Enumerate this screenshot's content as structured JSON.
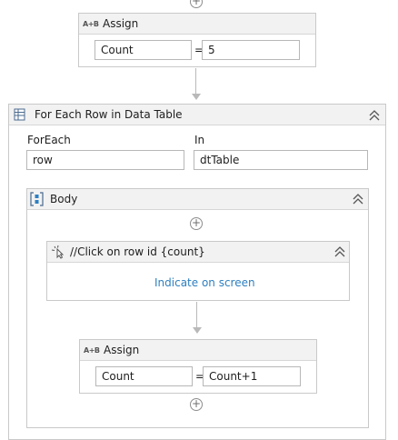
{
  "assign_top": {
    "title": "Assign",
    "icon": "A+B",
    "left_value": "Count",
    "operator": "=",
    "right_value": "5"
  },
  "for_each": {
    "title": "For Each Row in Data Table",
    "foreach_label": "ForEach",
    "foreach_value": "row",
    "in_label": "In",
    "in_value": "dtTable"
  },
  "body": {
    "title": "Body"
  },
  "click_activity": {
    "title": "//Click on row id {count}",
    "action_link": "Indicate on screen"
  },
  "assign_inner": {
    "title": "Assign",
    "icon": "A+B",
    "left_value": "Count",
    "operator": "=",
    "right_value": "Count+1"
  },
  "icons": {
    "add": "plus-circle-icon",
    "collapse": "double-chevron-up-icon",
    "datatable": "datatable-icon",
    "body": "body-sequence-icon",
    "click": "click-icon",
    "assign": "assign-icon"
  },
  "colors": {
    "link": "#2d7fc1",
    "border": "#c9c9c9",
    "header_bg": "#f2f2f2",
    "connector": "#b9b9b9"
  }
}
